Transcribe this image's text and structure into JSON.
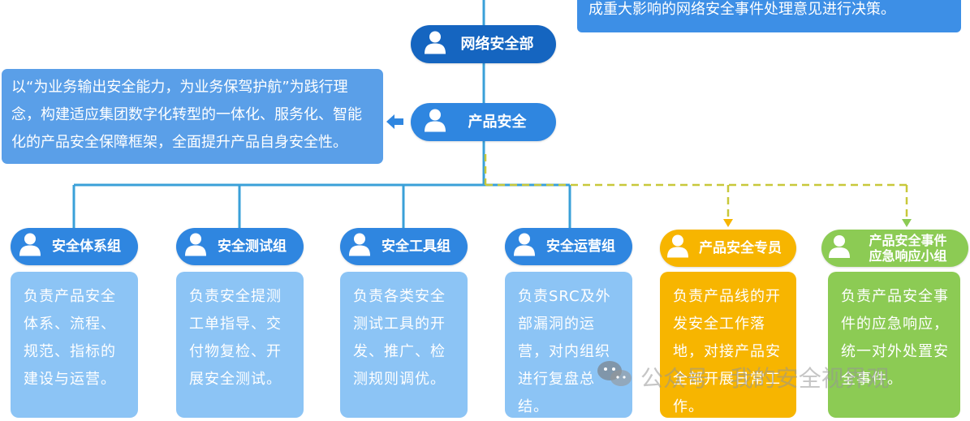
{
  "top_note": "成重大影响的网络安全事件处理意见进行决策。",
  "dept_title": "网络安全部",
  "product_security_title": "产品安全",
  "product_security_desc": "以“为业务输出安全能力，为业务保驾护航”为践行理念，构建适应集团数字化转型的一体化、服务化、智能化的产品安全保障框架，全面提升产品自身安全性。",
  "groups": [
    {
      "name": "安全体系组",
      "desc": "负责产品安全体系、流程、规范、指标的建设与运营。"
    },
    {
      "name": "安全测试组",
      "desc": "负责安全提测工单指导、交付物复检、开展安全测试。"
    },
    {
      "name": "安全工具组",
      "desc": "负责各类安全测试工具的开发、推广、检测规则调优。"
    },
    {
      "name": "安全运营组",
      "desc": "负责SRC及外部漏洞的运营，对内组织进行复盘总结。"
    },
    {
      "name": "产品安全专员",
      "desc": "负责产品线的开发安全工作落地，对接产品安全部开展日常工作。"
    },
    {
      "name": "产品安全事件应急响应小组",
      "name_line1": "产品安全事件",
      "name_line2": "应急响应小组",
      "desc": "负责产品安全事件的应急响应，统一对外处置安全事件。"
    }
  ],
  "watermark": "公众号 · 我的安全视界观",
  "icons": {
    "person": "person-icon",
    "arrow": "arrow-left-icon",
    "wechat": "wechat-icon"
  },
  "colors": {
    "dark_blue": "#1565c0",
    "blue": "#2f86e0",
    "light_blue": "#8cc4f5",
    "connector": "#3aa0d8",
    "orange": "#f7b500",
    "green": "#8ccb54",
    "dashed": "#c8c83a"
  }
}
